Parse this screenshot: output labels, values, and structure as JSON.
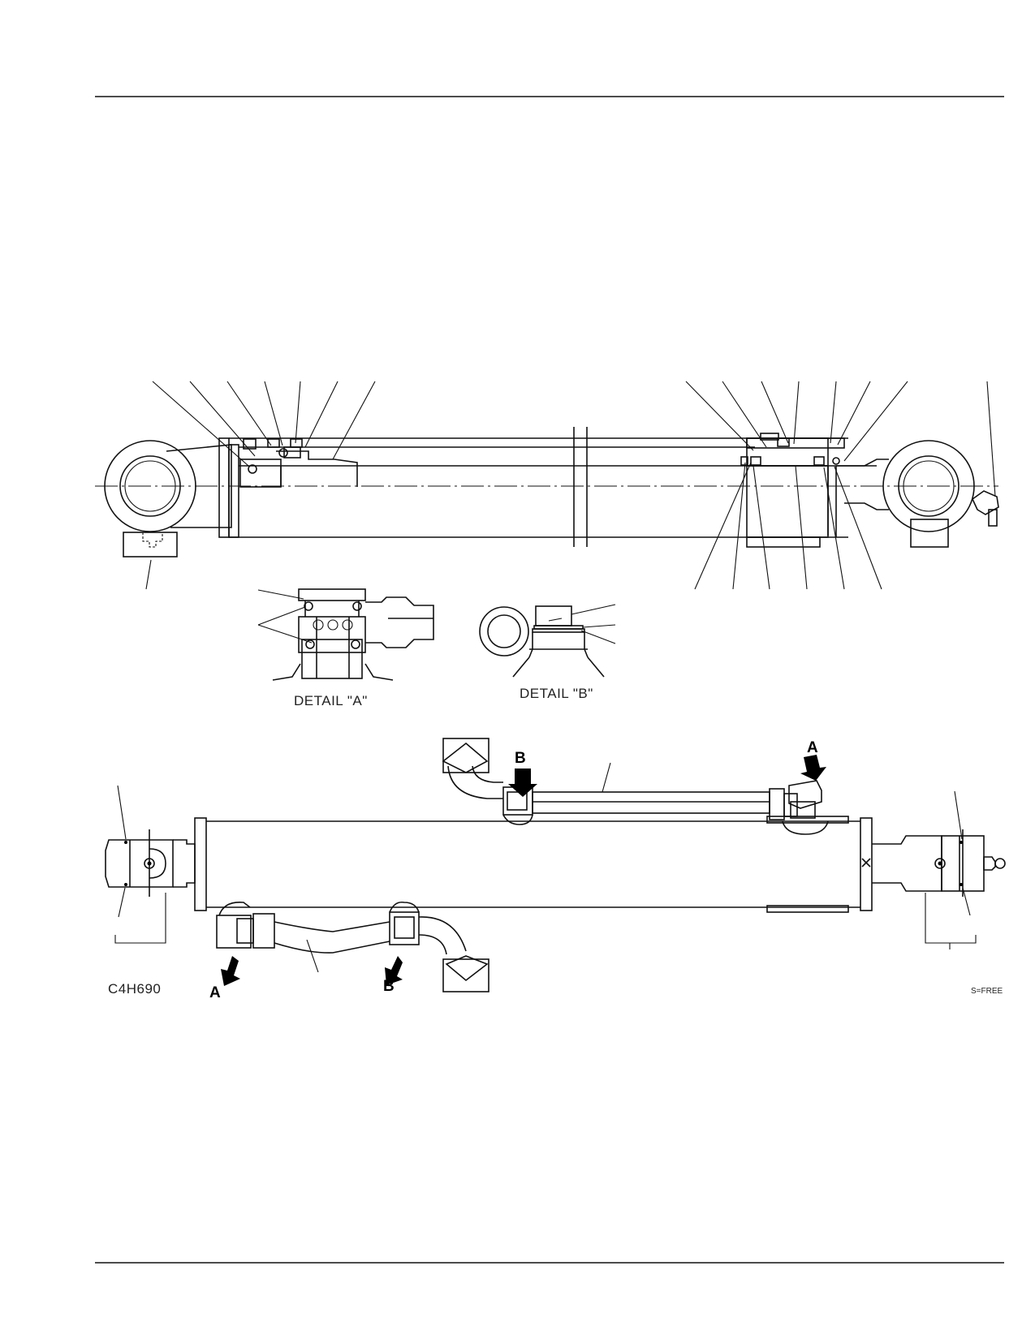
{
  "figure_code": "C4H690",
  "scale": "S=FREE",
  "details": {
    "a_caption": "DETAIL \"A\"",
    "b_caption": "DETAIL \"B\""
  },
  "arrows": {
    "a_label": "A",
    "b_label": "B"
  }
}
